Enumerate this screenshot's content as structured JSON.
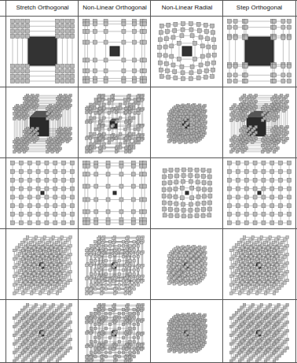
{
  "diagram": {
    "labels": [
      "Stretch Orthogonal",
      "Non-Linear Orthogonal",
      "Non-Linear Radial",
      "Step Orthogonal"
    ]
  }
}
